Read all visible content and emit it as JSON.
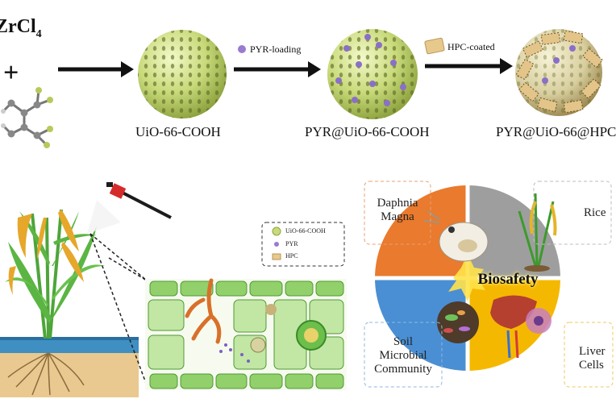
{
  "top": {
    "reactant": "ZrCl4",
    "plus": "+",
    "mof_label": "UiO-66-COOH",
    "step1": "PYR-loading",
    "loaded_label": "PYR@UiO-66-COOH",
    "step2": "HPC-coated",
    "coated_label": "PYR@UiO-66@HPC"
  },
  "legend": {
    "items": [
      "UiO-66-COOH",
      "PYR",
      "HPC"
    ]
  },
  "biosafety": {
    "title": "Biosafety",
    "segments": [
      {
        "id": "daphnia",
        "label_line1": "Daphnia",
        "label_line2": "Magna",
        "color": "#e97a2e"
      },
      {
        "id": "rice",
        "label_line1": "Rice",
        "label_line2": "",
        "color": "#9e9e9e"
      },
      {
        "id": "soil",
        "label_line1": "Soil",
        "label_line2": "Microbial",
        "label_line3": "Community",
        "color": "#4a8fd3"
      },
      {
        "id": "liver",
        "label_line1": "Liver",
        "label_line2": "Cells",
        "color": "#f5b800"
      }
    ]
  },
  "colors": {
    "sphere": "#c8da7a",
    "pyr": "#9a7bd0",
    "hpc": "#e8c98c",
    "leaf_cell": "#92d06b",
    "stem": "#5bb543",
    "grain": "#e6a72a",
    "water": "#3f8fc2",
    "soil": "#e9c98f"
  }
}
